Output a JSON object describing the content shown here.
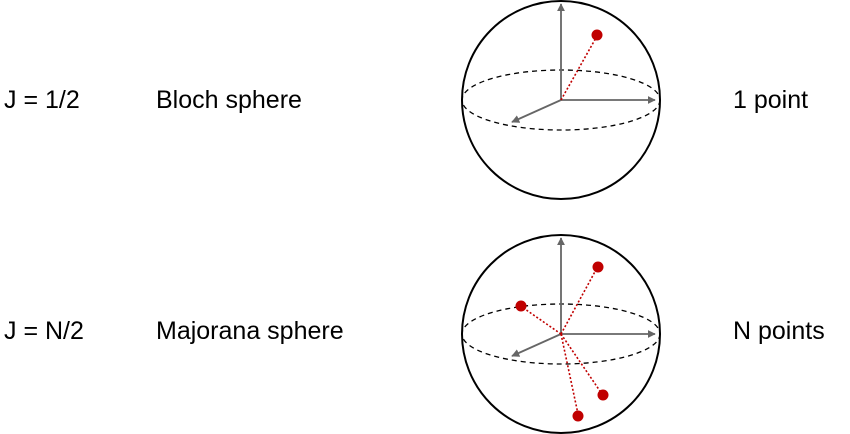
{
  "rows": [
    {
      "spin_label": "J = 1/2",
      "sphere_name": "Bloch sphere",
      "point_count": "1 point",
      "points": 1
    },
    {
      "spin_label": "J = N/2",
      "sphere_name": "Majorana sphere",
      "point_count": "N points",
      "points": 4
    }
  ],
  "colors": {
    "point": "#c00000",
    "axis": "#666666",
    "outline": "#000000"
  }
}
